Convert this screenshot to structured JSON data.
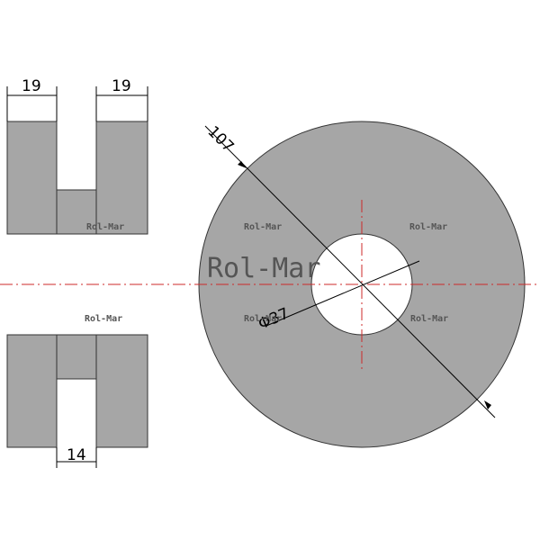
{
  "drawing": {
    "dimensions": {
      "left_flange_width": "19",
      "right_flange_width": "19",
      "groove_width": "14",
      "outer_diameter": "107",
      "bore_diameter": "Φ37"
    },
    "watermark": {
      "small_label": "Rol-Mar",
      "big_label": "Rol-Mar"
    },
    "colors": {
      "part_fill": "#a6a6a6",
      "centerline": "#cc2a2a",
      "dimension_line": "#000000",
      "background": "#ffffff"
    }
  }
}
